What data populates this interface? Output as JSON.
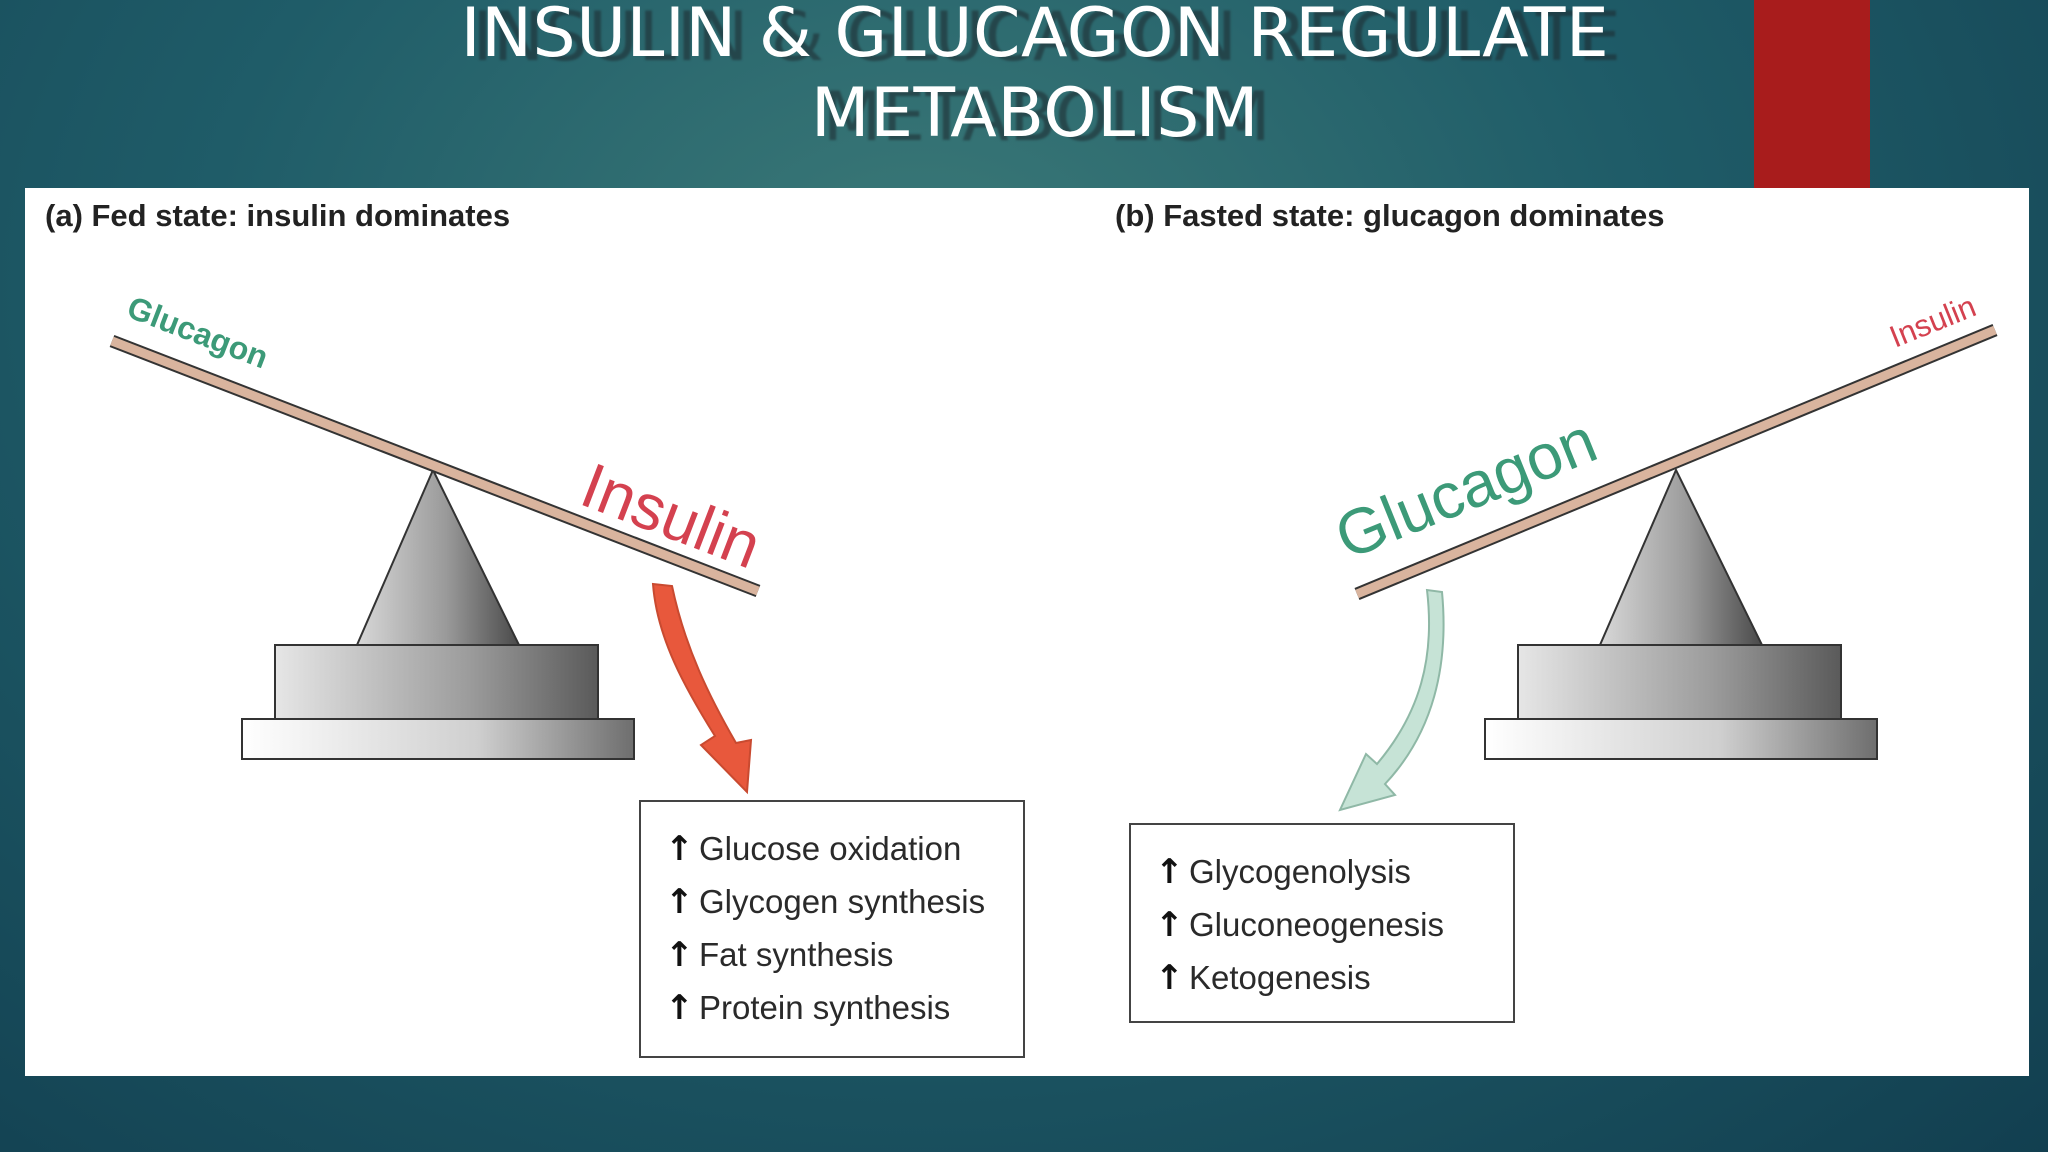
{
  "slide": {
    "title": "INSULIN & GLUCAGON REGULATE METABOLISM",
    "accent_color": "#a81c1c"
  },
  "diagram": {
    "fed": {
      "caption": "(a) Fed state: insulin dominates",
      "light_side": "Glucagon",
      "heavy_side": "Insulin",
      "arrow_color": "#e8583c",
      "effects": [
        "Glucose oxidation",
        "Glycogen synthesis",
        "Fat synthesis",
        "Protein synthesis"
      ]
    },
    "fasted": {
      "caption": "(b) Fasted state: glucagon dominates",
      "light_side": "Insulin",
      "heavy_side": "Glucagon",
      "arrow_color": "#c6e3d6",
      "effects": [
        "Glycogenolysis",
        "Gluconeogenesis",
        "Ketogenesis"
      ]
    },
    "colors": {
      "insulin_text": "#d4414f",
      "glucagon_text": "#3c9a78",
      "beam": "#d9b49e"
    }
  }
}
